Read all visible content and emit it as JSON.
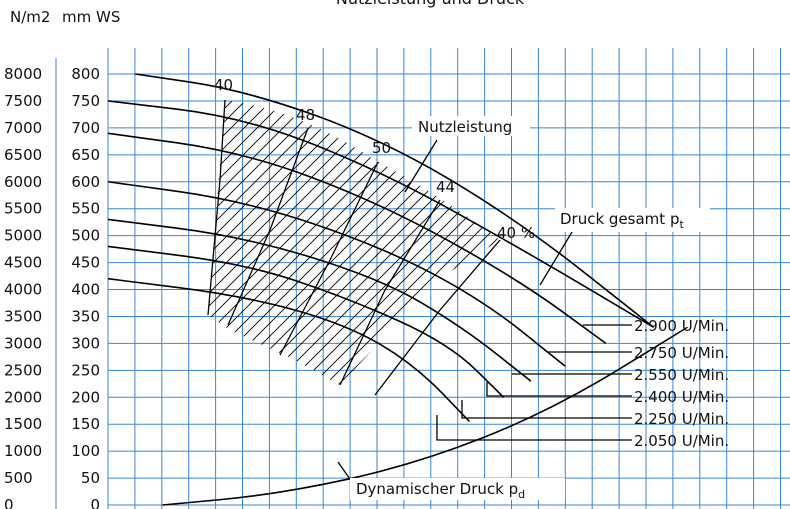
{
  "chart_data": {
    "type": "line",
    "title": "Nutzleistung und Druck",
    "y_units": {
      "left": "N/m2",
      "right": "mm WS"
    },
    "yticks_pa": [
      "8000",
      "7500",
      "7000",
      "6500",
      "6000",
      "5500",
      "5000",
      "4500",
      "4000",
      "3500",
      "3000",
      "2500",
      "2000",
      "1500",
      "1000",
      "500",
      "0"
    ],
    "yticks_mmws": [
      "800",
      "750",
      "700",
      "650",
      "600",
      "550",
      "500",
      "450",
      "400",
      "350",
      "300",
      "250",
      "200",
      "150",
      "100",
      "50",
      "0"
    ],
    "ylim_mmws": [
      0,
      800
    ],
    "xlim": [
      0,
      100
    ],
    "x_unlabeled": true,
    "grid": true,
    "series": [
      {
        "name": "2.900 U/Min.",
        "x": [
          0,
          20,
          40,
          60,
          80
        ],
        "y": [
          750,
          720,
          620,
          480,
          330
        ]
      },
      {
        "name": "2.750 U/Min.",
        "x": [
          0,
          20,
          40,
          60,
          73
        ],
        "y": [
          690,
          655,
          560,
          420,
          300
        ]
      },
      {
        "name": "2.550 U/Min.",
        "x": [
          0,
          20,
          40,
          55,
          67
        ],
        "y": [
          600,
          565,
          480,
          380,
          258
        ]
      },
      {
        "name": "2.400 U/Min.",
        "x": [
          0,
          20,
          40,
          52,
          62
        ],
        "y": [
          530,
          498,
          420,
          330,
          230
        ]
      },
      {
        "name": "2.250 U/Min.",
        "x": [
          0,
          20,
          35,
          50,
          58
        ],
        "y": [
          480,
          448,
          385,
          300,
          200
        ]
      },
      {
        "name": "2.050 U/Min.",
        "x": [
          0,
          20,
          35,
          45,
          53
        ],
        "y": [
          420,
          388,
          335,
          260,
          155
        ]
      },
      {
        "name": "Druck gesamt pt",
        "x": [
          4,
          20,
          40,
          60,
          80
        ],
        "y": [
          800,
          770,
          680,
          530,
          330
        ]
      },
      {
        "name": "Dynamischer Druck pd",
        "x": [
          8,
          25,
          45,
          65,
          85
        ],
        "y": [
          0,
          20,
          75,
          175,
          330
        ]
      }
    ],
    "efficiency_labels": [
      "40",
      "48",
      "50",
      "44",
      "40 %"
    ],
    "annotations": {
      "efficiency_region": "Nutzleistung",
      "total_pressure": "Druck gesamt p",
      "total_pressure_sub": "t",
      "dynamic_pressure": "Dynamischer Druck p",
      "dynamic_pressure_sub": "d"
    },
    "speed_labels": [
      "2.900 U/Min.",
      "2.750 U/Min.",
      "2.550 U/Min.",
      "2.400 U/Min.",
      "2.250 U/Min.",
      "2.050 U/Min."
    ]
  }
}
